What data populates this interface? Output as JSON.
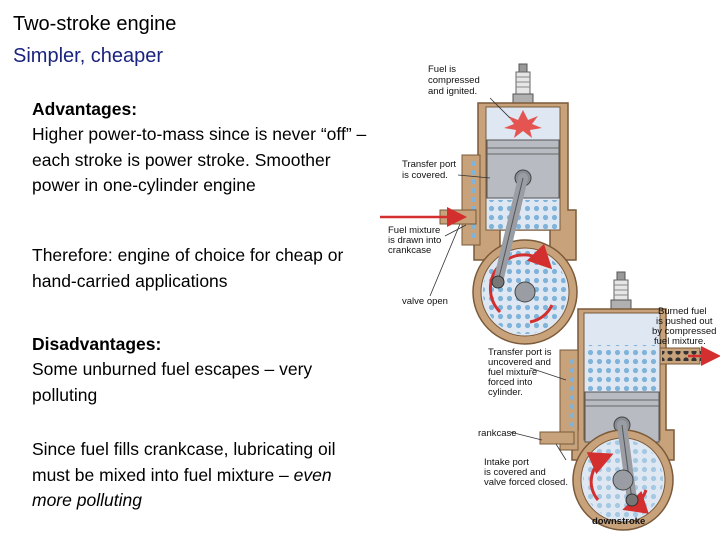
{
  "title": "Two-stroke engine",
  "subtitle": "Simpler, cheaper",
  "advantages": {
    "heading": "Advantages:",
    "text": "Higher power-to-mass since is never “off” – each stroke is power stroke. Smoother power in one-cylinder engine",
    "therefore": "Therefore: engine of choice for cheap or hand-carried applications"
  },
  "disadvantages": {
    "heading": "Disadvantages:",
    "text": "Some unburned fuel escapes – very polluting",
    "fuel_part1": "Since fuel fills crankcase, lubricating oil must be mixed into fuel mixture – ",
    "fuel_part2": "even more polluting"
  },
  "diagram": {
    "top": {
      "label_fuel_1": "Fuel is",
      "label_fuel_2": "compressed",
      "label_fuel_3": "and ignited.",
      "label_transfer_1": "Transfer port",
      "label_transfer_2": "is covered.",
      "label_mixture_1": "Fuel mixture",
      "label_mixture_2": "is drawn into",
      "label_mixture_3": "crankcase",
      "label_valve": "valve open"
    },
    "bottom": {
      "label_burned_1": "Burned fuel",
      "label_burned_2": "is pushed out",
      "label_burned_3": "by compressed",
      "label_burned_4": "fuel mixture.",
      "label_transfer_1": "Transfer port is",
      "label_transfer_2": "uncovered and",
      "label_transfer_3": "fuel mixture",
      "label_transfer_4": "forced into",
      "label_transfer_5": "cylinder.",
      "label_crankcase": "rankcase",
      "label_intake_1": "Intake port",
      "label_intake_2": "is covered and",
      "label_intake_3": "valve forced closed.",
      "label_downstroke": "downstroke"
    },
    "colors": {
      "block": "#c8a27a",
      "block_stroke": "#7a5a3a",
      "cylinder_bg": "#dfe8f2",
      "piston": "#b8bcc2",
      "arrow": "#d32f2f",
      "fuel_dots": "#7fb3d9",
      "exhaust_dots": "#333333"
    }
  }
}
